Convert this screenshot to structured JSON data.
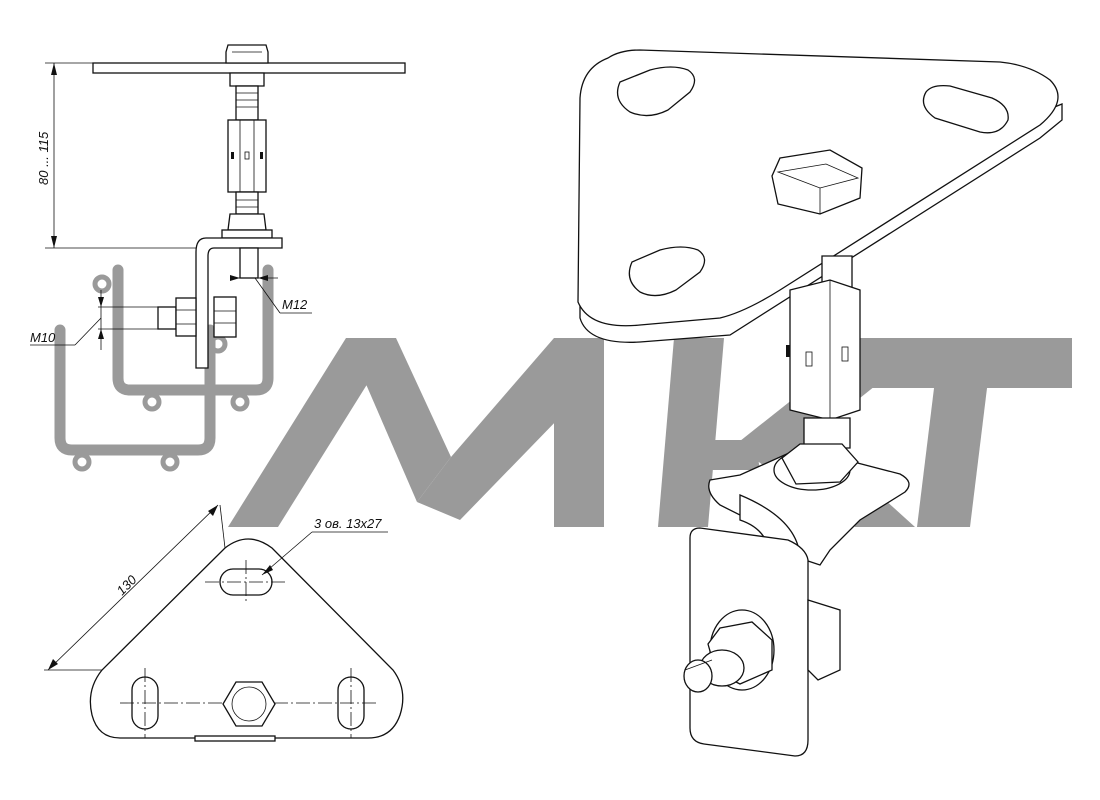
{
  "colors": {
    "line": "#111111",
    "watermark": "#9a9a9a",
    "background": "#ffffff"
  },
  "labels": {
    "height_range": "80 ... 115",
    "bolt_top": "M12",
    "bolt_side": "M10",
    "slots": "3 ов. 13х27",
    "side_length": "130"
  },
  "watermark": {
    "text": "МКТ",
    "logo": "rack-logo"
  }
}
